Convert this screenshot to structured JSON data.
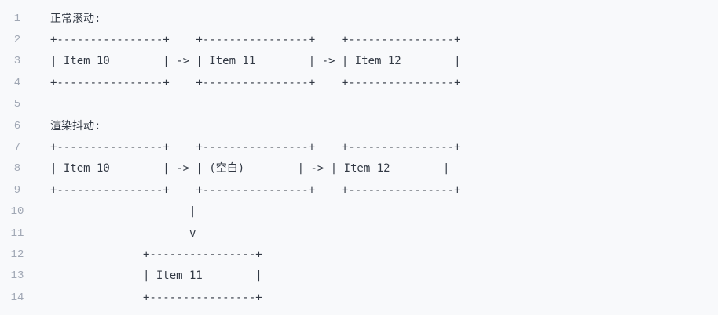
{
  "code_block": {
    "lines": [
      {
        "number": "1",
        "text": "正常滚动:"
      },
      {
        "number": "2",
        "text": "+----------------+    +----------------+    +----------------+"
      },
      {
        "number": "3",
        "text": "| Item 10        | -> | Item 11        | -> | Item 12        |"
      },
      {
        "number": "4",
        "text": "+----------------+    +----------------+    +----------------+"
      },
      {
        "number": "5",
        "text": ""
      },
      {
        "number": "6",
        "text": "渲染抖动:"
      },
      {
        "number": "7",
        "text": "+----------------+    +----------------+    +----------------+"
      },
      {
        "number": "8",
        "text": "| Item 10        | -> | (空白)        | -> | Item 12        |"
      },
      {
        "number": "9",
        "text": "+----------------+    +----------------+    +----------------+"
      },
      {
        "number": "10",
        "text": "                     |"
      },
      {
        "number": "11",
        "text": "                     v"
      },
      {
        "number": "12",
        "text": "              +----------------+"
      },
      {
        "number": "13",
        "text": "              | Item 11        |"
      },
      {
        "number": "14",
        "text": "              +----------------+"
      }
    ]
  }
}
